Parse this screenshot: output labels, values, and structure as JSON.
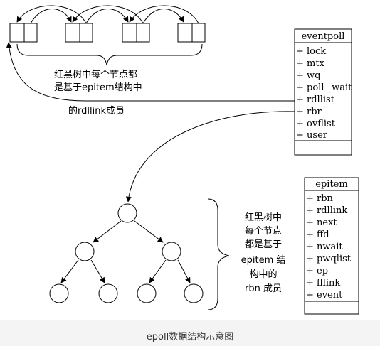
{
  "eventpoll": {
    "title": "eventpoll",
    "fields": [
      "+ lock",
      "+ mtx",
      "+ wq",
      "+ poll _wait",
      "+ rdllist",
      "+ rbr",
      "+ ovflist",
      "+ user"
    ]
  },
  "epitem": {
    "title": "epitem",
    "fields": [
      "+ rbn",
      "+ rdllink",
      "+ next",
      "+ ffd",
      "+ nwait",
      "+ pwqlist",
      "+ ep",
      "+ fllink",
      "+ event"
    ]
  },
  "annotation_top": {
    "lines": [
      "红黑树中每个节点都",
      "是基于epitem结构中",
      "的rdllink成员"
    ]
  },
  "annotation_right": {
    "lines": [
      "红黑树中",
      "每个节点",
      "都是基于",
      "epitem 结",
      "构中的",
      "rbn 成员"
    ]
  },
  "caption": "epoll数据结构示意图",
  "colors": {
    "stroke": "#000000",
    "caption_bar": "#f4f4f4",
    "caption_text": "#333333"
  }
}
